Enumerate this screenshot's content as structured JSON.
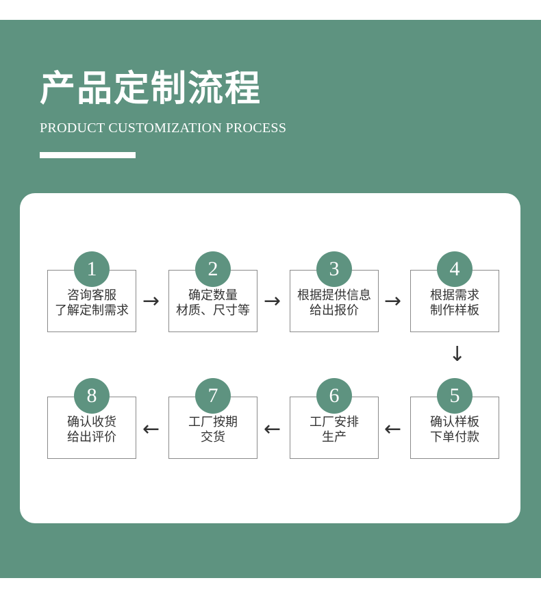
{
  "header": {
    "title": "产品定制流程",
    "subtitle": "PRODUCT CUSTOMIZATION PROCESS"
  },
  "steps": [
    {
      "number": "1",
      "line1": "咨询客服",
      "line2": "了解定制需求"
    },
    {
      "number": "2",
      "line1": "确定数量",
      "line2": "材质、尺寸等"
    },
    {
      "number": "3",
      "line1": "根据提供信息",
      "line2": "给出报价"
    },
    {
      "number": "4",
      "line1": "根据需求",
      "line2": "制作样板"
    },
    {
      "number": "5",
      "line1": "确认样板",
      "line2": "下单付款"
    },
    {
      "number": "6",
      "line1": "工厂安排",
      "line2": "生产"
    },
    {
      "number": "7",
      "line1": "工厂按期",
      "line2": "交货"
    },
    {
      "number": "8",
      "line1": "确认收货",
      "line2": "给出评价"
    }
  ],
  "arrows": {
    "right": "→",
    "left": "←",
    "down": "↓"
  },
  "colors": {
    "accent": "#5e9380",
    "card": "#ffffff",
    "text": "#333333"
  }
}
